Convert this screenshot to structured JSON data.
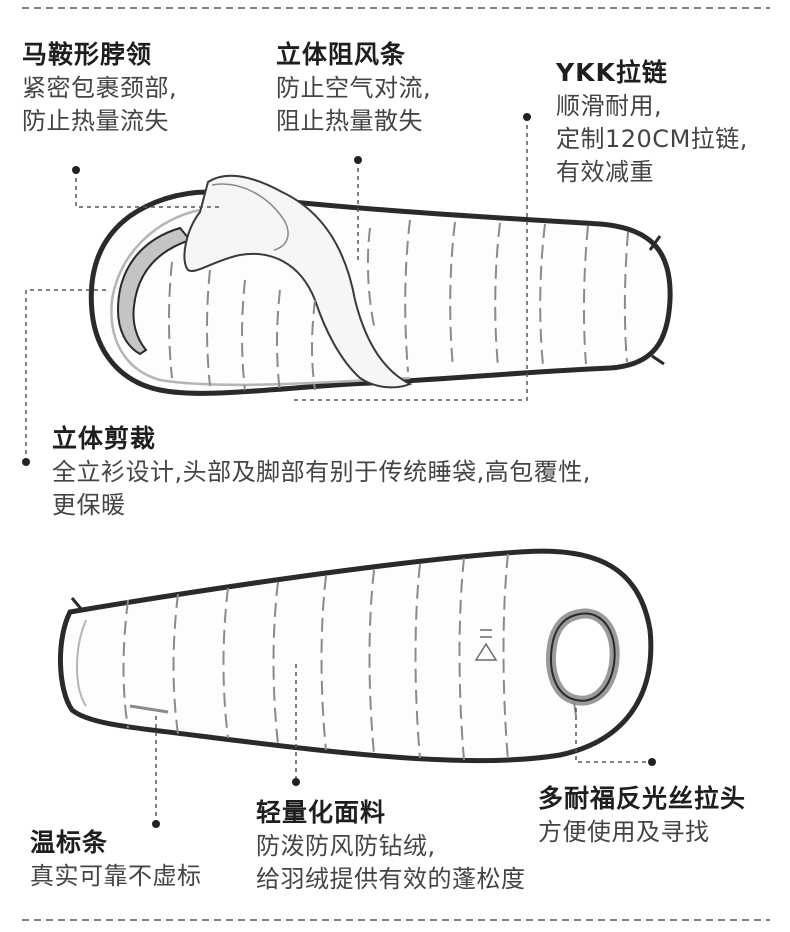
{
  "callouts": {
    "collar": {
      "title": "马鞍形脖领",
      "lines": [
        "紧密包裹颈部,",
        "防止热量流失"
      ]
    },
    "draft_tube": {
      "title": "立体阻风条",
      "lines": [
        "防止空气对流,",
        "阻止热量散失"
      ]
    },
    "zipper": {
      "title": "YKK拉链",
      "lines": [
        "顺滑耐用,",
        "定制120CM拉链,",
        "有效减重"
      ]
    },
    "cut": {
      "title": "立体剪裁",
      "lines": [
        "全立衫设计,头部及脚部有别于传统睡袋,高包覆性,",
        "更保暖"
      ]
    },
    "lightweight": {
      "title": "轻量化面料",
      "lines": [
        "防泼防风防钻绒,",
        "给羽绒提供有效的蓬松度"
      ]
    },
    "temp_label": {
      "title": "温标条",
      "lines": [
        "真实可靠不虚标"
      ]
    },
    "puller": {
      "title": "多耐福反光丝拉头",
      "lines": [
        "方便使用及寻找"
      ]
    }
  },
  "colors": {
    "outline": "#2a2a2a",
    "baffle": "#8a8a8a",
    "leader": "#555555",
    "dot": "#222222",
    "hood_ring": "#a9a9a9"
  }
}
